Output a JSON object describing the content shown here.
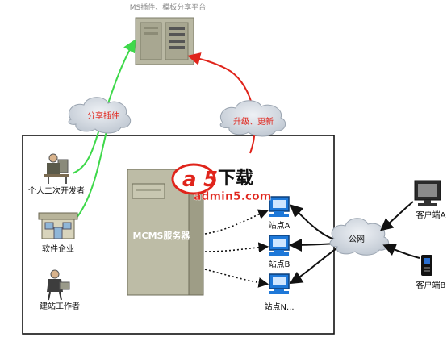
{
  "title": "MS插件、模板分享平台",
  "clouds": {
    "share": "分享插件",
    "upgrade": "升级、更新",
    "internet": "公网"
  },
  "actors": {
    "developer": "个人二次开发者",
    "company": "软件企业",
    "builder": "建站工作者"
  },
  "server": "MCMS服务器",
  "sites": [
    "站点A",
    "站点B",
    "站点N..."
  ],
  "clients": [
    "客户端A",
    "客户端B"
  ],
  "watermark": {
    "brand": "a5下载",
    "site": "admin5.com"
  },
  "colors": {
    "share_arrow": "#3ed84a",
    "upgrade_arrow": "#e0241b",
    "server_body": "#b5b49e",
    "cloud_fill": "#d3dae2",
    "monitor_screen": "#1e78d8"
  }
}
